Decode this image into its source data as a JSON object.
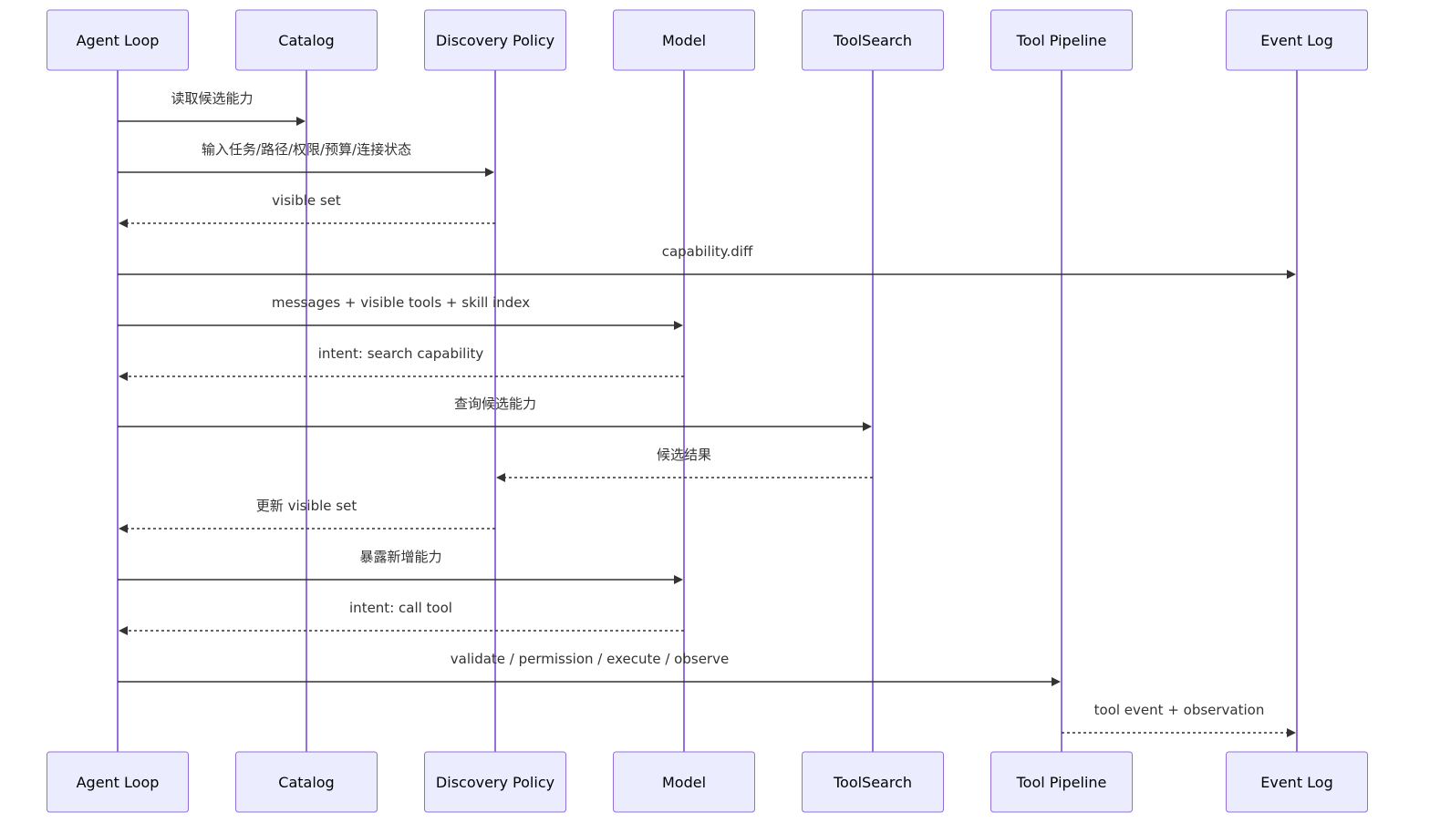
{
  "participants": [
    {
      "id": "agent_loop",
      "label": "Agent Loop"
    },
    {
      "id": "catalog",
      "label": "Catalog"
    },
    {
      "id": "discovery_policy",
      "label": "Discovery Policy"
    },
    {
      "id": "model",
      "label": "Model"
    },
    {
      "id": "toolsearch",
      "label": "ToolSearch"
    },
    {
      "id": "tool_pipeline",
      "label": "Tool Pipeline"
    },
    {
      "id": "event_log",
      "label": "Event Log"
    }
  ],
  "messages": [
    {
      "from": "agent_loop",
      "to": "catalog",
      "label": "读取候选能力",
      "style": "solid"
    },
    {
      "from": "agent_loop",
      "to": "discovery_policy",
      "label": "输入任务/路径/权限/预算/连接状态",
      "style": "solid"
    },
    {
      "from": "discovery_policy",
      "to": "agent_loop",
      "label": "visible set",
      "style": "dashed"
    },
    {
      "from": "agent_loop",
      "to": "event_log",
      "label": "capability.diff",
      "style": "solid"
    },
    {
      "from": "agent_loop",
      "to": "model",
      "label": "messages + visible tools + skill index",
      "style": "solid"
    },
    {
      "from": "model",
      "to": "agent_loop",
      "label": "intent: search capability",
      "style": "dashed"
    },
    {
      "from": "agent_loop",
      "to": "toolsearch",
      "label": "查询候选能力",
      "style": "solid"
    },
    {
      "from": "toolsearch",
      "to": "discovery_policy",
      "label": "候选结果",
      "style": "dashed"
    },
    {
      "from": "discovery_policy",
      "to": "agent_loop",
      "label": "更新 visible set",
      "style": "dashed"
    },
    {
      "from": "agent_loop",
      "to": "model",
      "label": "暴露新增能力",
      "style": "solid"
    },
    {
      "from": "model",
      "to": "agent_loop",
      "label": "intent: call tool",
      "style": "dashed"
    },
    {
      "from": "agent_loop",
      "to": "tool_pipeline",
      "label": "validate / permission / execute / observe",
      "style": "solid"
    },
    {
      "from": "tool_pipeline",
      "to": "event_log",
      "label": "tool event + observation",
      "style": "dashed"
    }
  ],
  "colors": {
    "actor_fill": "#ececff",
    "actor_border": "#9370db",
    "lifeline": "#9370db",
    "message": "#333333"
  }
}
